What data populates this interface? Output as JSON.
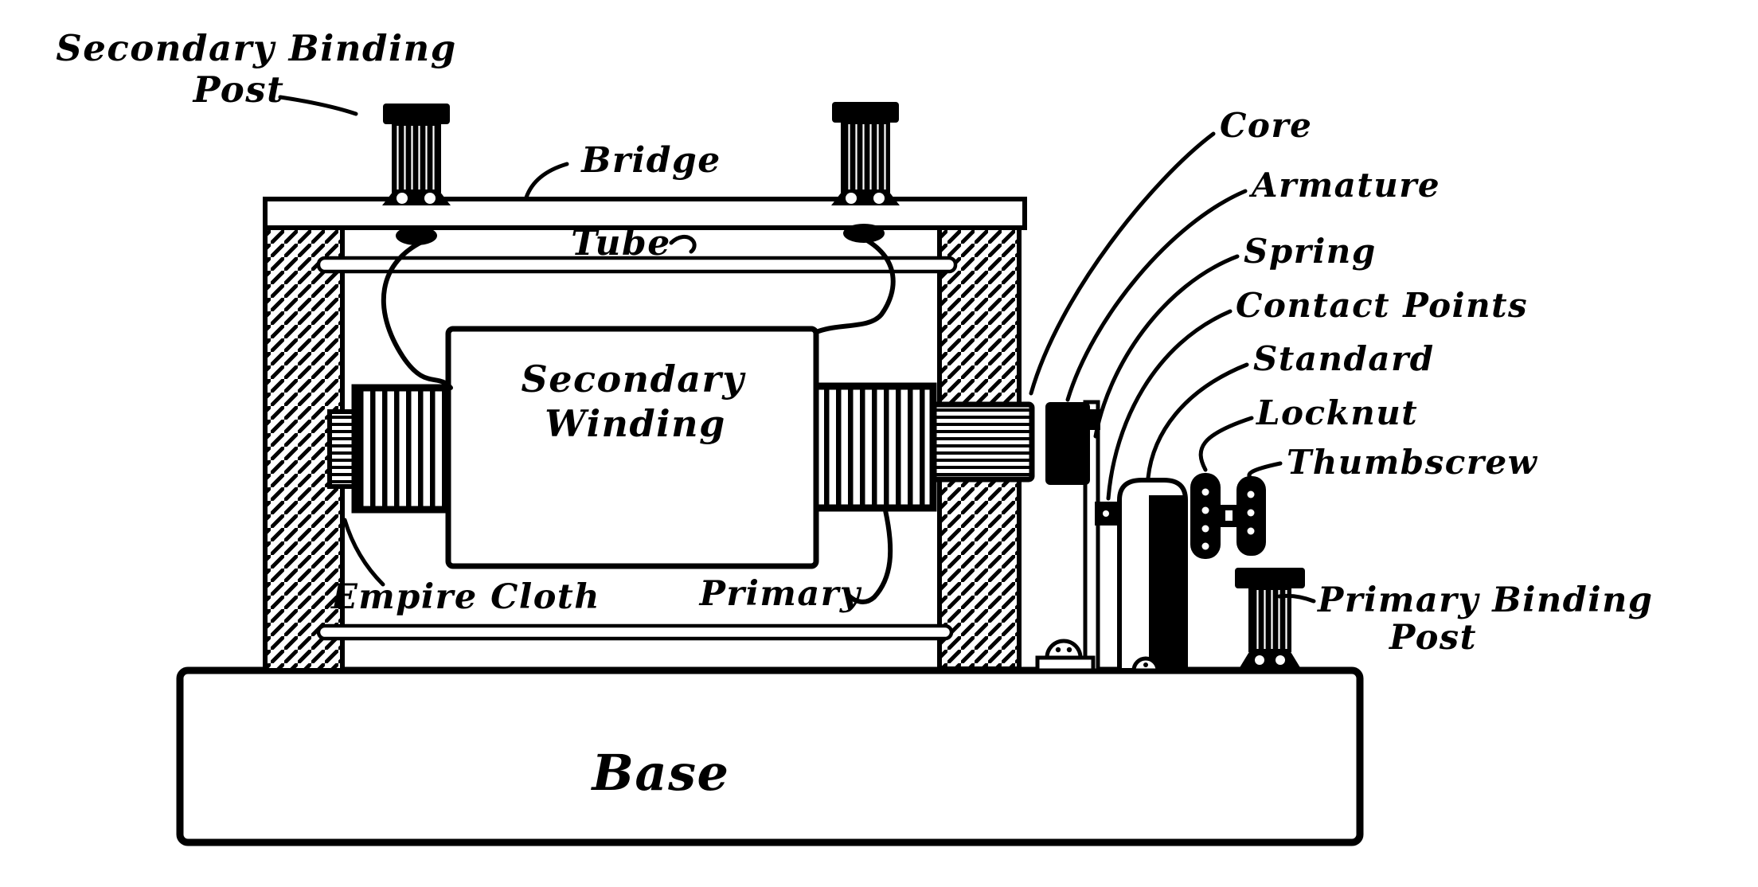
{
  "figure": {
    "ink_color": "#000000",
    "paper_color": "#ffffff"
  },
  "labels": {
    "secondary_binding_post": {
      "line1": "Secondary Binding",
      "line2": "Post"
    },
    "bridge": "Bridge",
    "tube": "Tube",
    "secondary_winding": {
      "line1": "Secondary",
      "line2": "Winding"
    },
    "empire_cloth": "Empire Cloth",
    "primary": "Primary",
    "base": "Base",
    "core": "Core",
    "armature": "Armature",
    "spring": "Spring",
    "contact_points": "Contact Points",
    "standard": "Standard",
    "locknut": "Locknut",
    "thumbscrew": "Thumbscrew",
    "primary_binding_post": {
      "line1": "Primary Binding",
      "line2": "Post"
    }
  }
}
